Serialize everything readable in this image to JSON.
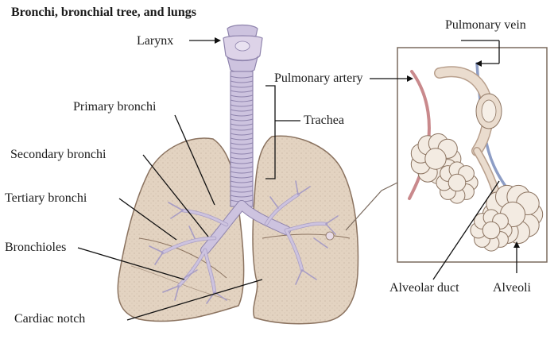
{
  "title": "Bronchi, bronchial tree, and lungs",
  "labels": {
    "larynx": "Larynx",
    "pulmonary_vein": "Pulmonary vein",
    "pulmonary_artery": "Pulmonary artery",
    "primary_bronchi": "Primary bronchi",
    "trachea": "Trachea",
    "secondary_bronchi": "Secondary bronchi",
    "tertiary_bronchi": "Tertiary bronchi",
    "bronchioles": "Bronchioles",
    "cardiac_notch": "Cardiac notch",
    "alveolar_duct": "Alveolar duct",
    "alveoli": "Alveoli"
  },
  "colors": {
    "lung_fill": "#e3d3c1",
    "lung_stroke": "#8b7360",
    "airway_fill": "#cdc3df",
    "airway_stroke": "#8f84ad",
    "artery": "#c9898c",
    "vein": "#8d9dc5",
    "leader": "#111111"
  }
}
